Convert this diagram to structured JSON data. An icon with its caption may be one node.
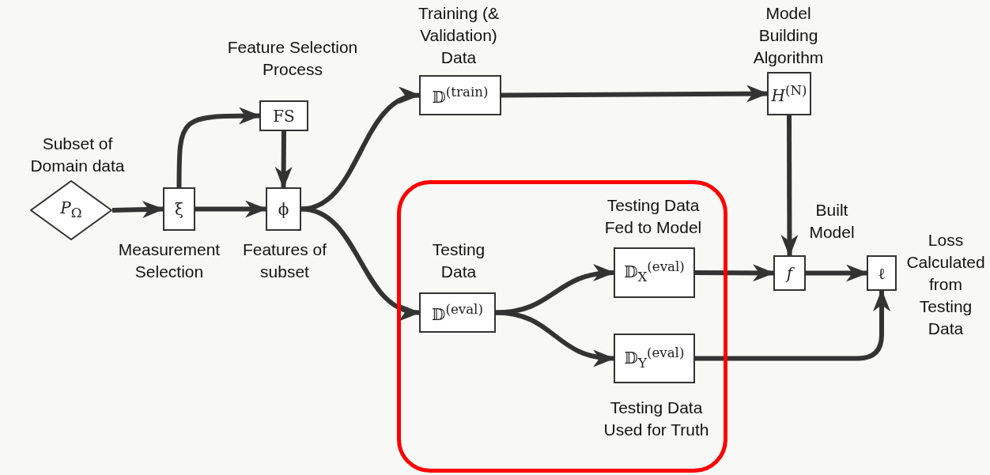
{
  "diagram": {
    "nodes": [
      {
        "text": [
          "*P*$_{Ω}$"
        ],
        "beside": [
          "Subset of Domain data"
        ]
      },
      {
        "text": [
          "ξ"
        ],
        "beside": [
          "Measurement Selection"
        ]
      },
      {
        "text": [
          "FS"
        ],
        "beside": [
          "Feature Selection Process"
        ]
      },
      {
        "text": [
          "ϕ"
        ],
        "beside": [
          "Features of subset"
        ]
      },
      {
        "text": [
          "𝔻$^{(train)}$"
        ],
        "beside": [
          "Training (& Validation) Data"
        ]
      },
      {
        "text": [
          "*H*$^{(N)}$"
        ],
        "beside": [
          "Model Building Algorithm"
        ]
      },
      {
        "text": [],
        "shape": "box"
      },
      {
        "text": [
          "𝔻$^{(eval)}$"
        ],
        "beside": [
          "Testing Data"
        ],
        "in": 6
      },
      {
        "text": [
          "𝔻$_{X}$$^{(eval)}$"
        ],
        "beside": [
          "Testing Data Fed to Model"
        ],
        "in": 6
      },
      {
        "text": [
          "𝔻$_{Y}$$^{(eval)}$"
        ],
        "beside": [
          "Testing Data Used for Truth"
        ],
        "in": 6
      },
      {
        "text": [
          "*f*"
        ],
        "beside": [
          "Built Model"
        ]
      },
      {
        "text": [
          "ℓ"
        ],
        "beside": [
          "Loss Calculated from Testing Data"
        ]
      }
    ],
    "edges": [
      {
        "from": 0,
        "to": 1,
        "arrow": "to"
      },
      {
        "from": 1,
        "to": 2,
        "arrow": "to"
      },
      {
        "from": 1,
        "to": 3,
        "arrow": "to"
      },
      {
        "from": 2,
        "to": 3,
        "arrow": "to"
      },
      {
        "from": 3,
        "to": 4,
        "arrow": "to"
      },
      {
        "from": 3,
        "to": 7,
        "arrow": "to"
      },
      {
        "from": 4,
        "to": 5,
        "arrow": "to"
      },
      {
        "from": 5,
        "to": 10,
        "arrow": "to"
      },
      {
        "from": 7,
        "to": 8,
        "arrow": "to"
      },
      {
        "from": 7,
        "to": 9,
        "arrow": "to"
      },
      {
        "from": 8,
        "to": 10,
        "arrow": "to"
      },
      {
        "from": 10,
        "to": 11,
        "arrow": "to"
      },
      {
        "from": 9,
        "to": 11,
        "arrow": "to"
      }
    ]
  }
}
